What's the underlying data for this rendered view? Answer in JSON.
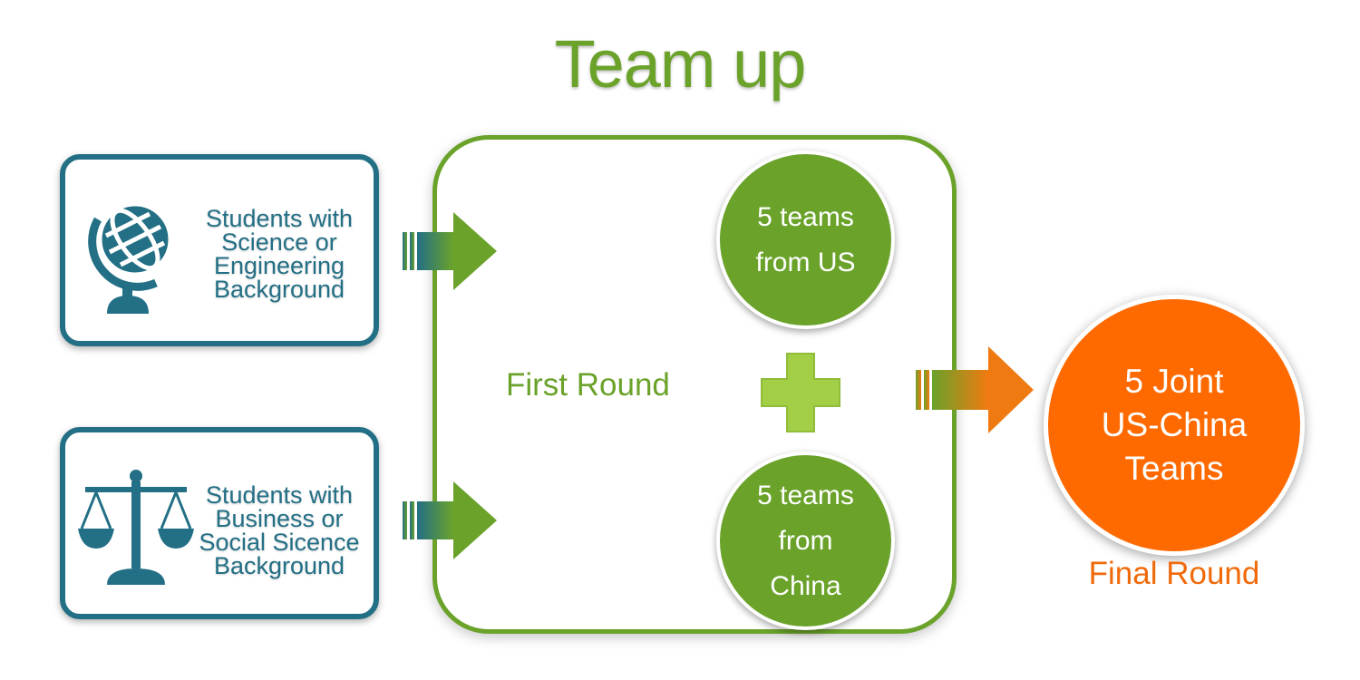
{
  "title": "Team up",
  "inputs": [
    {
      "text": "Students with\nScience or\nEngineering\nBackground",
      "icon": "globe-icon"
    },
    {
      "text": "Students with\nBusiness or\nSocial Sicence\nBackground",
      "icon": "scales-icon"
    }
  ],
  "first_round": {
    "label": "First Round",
    "teams": [
      {
        "text": "5 teams\nfrom US"
      },
      {
        "text": "5 teams\nfrom\nChina"
      }
    ],
    "combine_icon": "plus-icon"
  },
  "final_round": {
    "label": "Final Round",
    "result": "5 Joint\nUS-China\nTeams"
  },
  "colors": {
    "green": "#6aa22a",
    "plus_green": "#a3cf47",
    "teal": "#236f85",
    "orange": "#ff6a00"
  }
}
